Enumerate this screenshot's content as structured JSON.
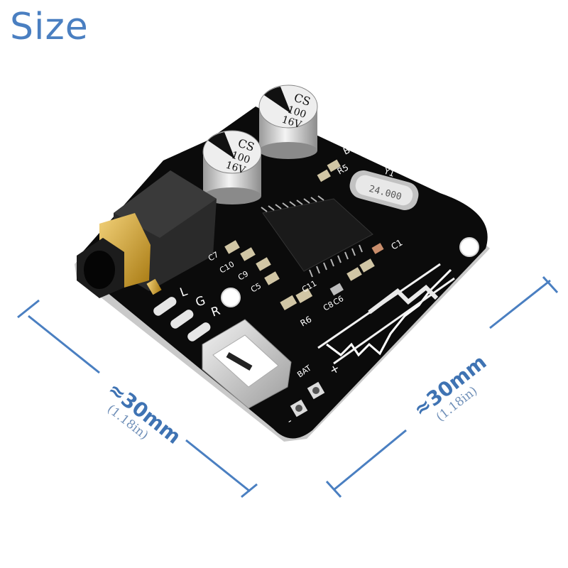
{
  "title": "Size",
  "dimensions": {
    "left": {
      "main": "≈30mm",
      "sub": "(1.18in)"
    },
    "right": {
      "main": "≈30mm",
      "sub": "(1.18in)"
    }
  },
  "board": {
    "capacitor_1": [
      "CS",
      "100",
      "16V"
    ],
    "capacitor_2": [
      "CS",
      "100",
      "16V"
    ],
    "led_label": "BLUE",
    "crystal_label": "Y1",
    "crystal_marking": "24.000",
    "silkscreen": {
      "r5": "R5",
      "c7": "C7",
      "c10": "C10",
      "c9": "C9",
      "c5": "C5",
      "c11": "C11",
      "r6": "R6",
      "c1": "C1",
      "c8": "C8",
      "c6": "C6",
      "pin_l": "L",
      "pin_g": "G",
      "pin_r": "R",
      "bat": "BAT",
      "plus": "+",
      "minus": "-"
    }
  },
  "colors": {
    "accent": "#4a7fc1",
    "pcb": "#0b0b0b",
    "gold": "#d4a62a"
  }
}
